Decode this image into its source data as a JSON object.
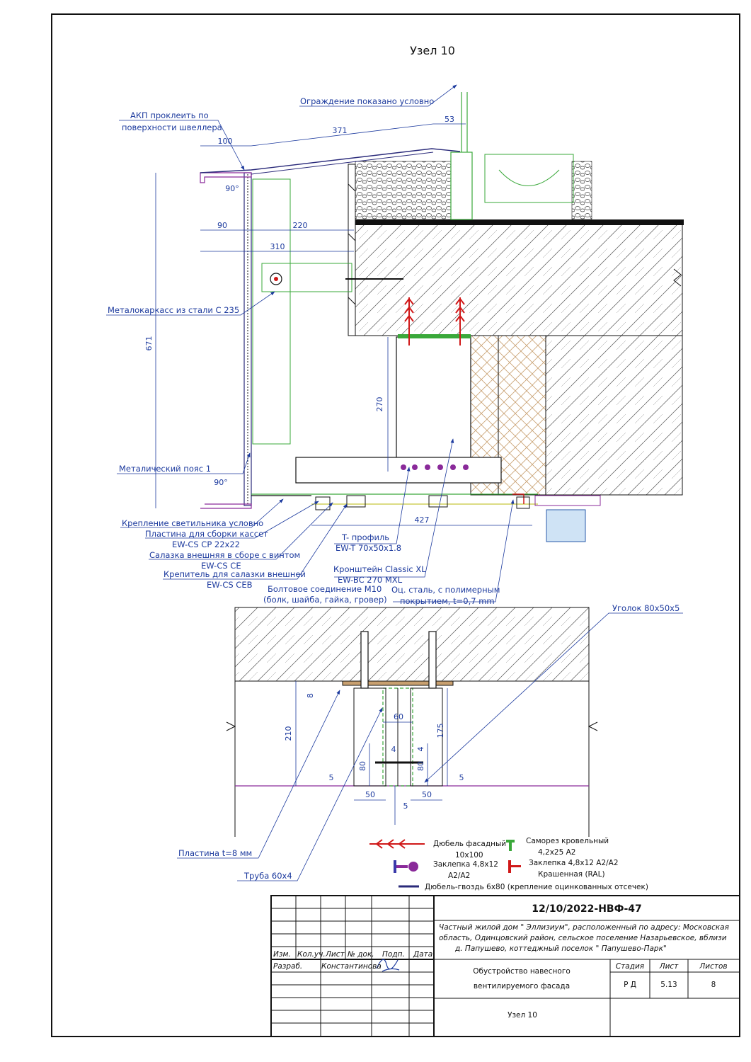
{
  "title": "Узел 10",
  "colors": {
    "callout": "#1c3a9e",
    "ink": "#111111",
    "steel": "#2a2a7a",
    "insulation_hatch": "#c8a070",
    "guide_green": "#3aa83a",
    "purple": "#8a2a9a",
    "red": "#d01818"
  },
  "labels": {
    "railing": "Ограждение показано условно",
    "akp_1": "АКП проклеить по",
    "akp_2": "поверхности швеллера",
    "frame": "Металокаркасс из стали С 235",
    "belt": "Металический пояс 1",
    "lamp": "Крепление светильника условно",
    "plate_assembly": "Пластина для сборки кассет",
    "plate_assembly_code": "EW-CS CP 22x22",
    "slide": "Салазка внешняя в сборе с винтом",
    "slide_code": "EW-CS CE",
    "fixer": "Крепитель для салазки внешней",
    "fixer_code": "EW-CS CEB",
    "t_profile": "T- профиль",
    "t_profile_code": "EW-T 70x50x1.8",
    "bracket": "Кронштейн Classic XL",
    "bracket_code": "EW-BC 270 MXL",
    "bolt_1": "Болтовое соединение M10",
    "bolt_2": "(болк, шайба, гайка, гровер)",
    "steel_1": "Оц. сталь, с полимерным",
    "steel_2": "покрытием, t=0,7 mm",
    "corner": "Уголок 80x50x5",
    "plate": "Пластина t=8 мм",
    "pipe": "Труба 60x4"
  },
  "dims": {
    "d100": "100",
    "d371": "371",
    "d53": "53",
    "d90a": "90",
    "d220": "220",
    "d310": "310",
    "d671": "671",
    "d270": "270",
    "d427": "427",
    "ang1": "90°",
    "ang2": "90°",
    "d8": "8",
    "d210": "210",
    "d60": "60",
    "d175": "175",
    "d4a": "4",
    "d4b": "4",
    "d80a": "80",
    "d80b": "80",
    "d5a": "5",
    "d5b": "5",
    "d50a": "50",
    "d50b": "50",
    "d5c": "5"
  },
  "legend": {
    "dowel_facade": "Дюбель фасадный",
    "dowel_facade_size": "10x100",
    "screw_roof": "Саморез кровельный",
    "screw_roof_size": "4,2x25 A2",
    "rivet_1": "Заклепка 4,8x12",
    "rivet_1b": "A2/A2",
    "rivet_2": "Заклепка 4,8x12 A2/A2",
    "rivet_2b": "Крашенная (RAL)",
    "nail": "Дюбель-гвоздь 6x80 (крепление оцинкованных отсечек)"
  },
  "titleblock": {
    "code": "12/10/2022-НВФ-47",
    "object_1": "Частный жилой дом \" Эллизиум\", расположенный по адресу: Московская",
    "object_2": "область, Одинцовский район, сельское поселение Назарьевское, вблизи",
    "object_3": "д. Папушево, коттеджный поселок \" Папушево-Парк\"",
    "h_izm": "Изм.",
    "h_kol": "Кол.уч.",
    "h_list": "Лист",
    "h_doc": "№ док.",
    "h_sign": "Подп.",
    "h_date": "Дата",
    "role": "Разраб.",
    "author": "Константинова",
    "work_1": "Обустройство навесного",
    "work_2": "вентилируемого фасада",
    "sheet_title": "Узел 10",
    "h_stage": "Стадия",
    "h_sheet": "Лист",
    "h_sheets": "Листов",
    "stage": "Р Д",
    "sheet": "5.13",
    "sheets": "8"
  }
}
